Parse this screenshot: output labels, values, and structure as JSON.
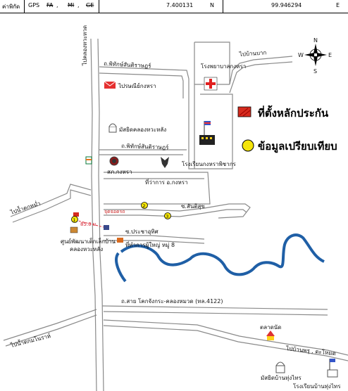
{
  "gps": {
    "label": "ค่าพิกัด",
    "gps": "GPS",
    "fa": "FA",
    "mi": "MI",
    "ge": "GE",
    "sep1": ",",
    "sep2": ",",
    "lat": "7.400131",
    "n": "N",
    "lon": "99.946294",
    "e": "E"
  },
  "legend": {
    "collateral": "ที่ตั้งหลักประกัน",
    "comparison": "ข้อมูลเปรียบเทียบ"
  },
  "compass": {
    "n": "N",
    "s": "S",
    "e": "E",
    "w": "W"
  },
  "labels": {
    "road_klong_hua_wa": "ไปคลองหวะหวด",
    "road_phithak1": "ถ.พิทักษ์สันติราษฎร์",
    "road_phithak2": "ถ.พิทักษ์สันติราษฎร์",
    "post_office": "ไปรษณีย์กงหรา",
    "mosque1": "มัสยิดคลองหวะหลัง",
    "hospital": "โรงพยาบาลกงหรา",
    "to_ban_ngao": "ไปบ้านบาก",
    "school": "โรงเรียนกงหราพิชากร",
    "police": "สภ.กงหรา",
    "district_office": "ที่ว่าการ อ.กงหรา",
    "to_tham_khoi": "ไปน้ำตกหม่ำ",
    "road_santisuk": "ซ.สันติสุข",
    "distance": "85.0 ม.",
    "bus_stop": "จุดจอดรถ",
    "road_pracha": "ซ.ประชาอุทิศ",
    "child_center": "ศูนย์พัฒนาเด็กเล็กบ้าน",
    "child_center2": "คลองหวะหลัง",
    "village_head": "ที่ทำการผู้ใหญ่ หมู่ 8",
    "highway": "ถ.สาย โคกจังกระ-คลองหมวด (ทล.4122)",
    "to_namtok_manora": "ไปน้ำตกมโนราห์",
    "market": "ตลาดนัด",
    "to_ban_phru": "ไปบ้านพรุ , ตะโหมด",
    "mosque2": "มัสยิดบ้านทุ่งไทร",
    "school2": "โรงเรียนบ้านทุ่งไทร",
    "marker1": "1",
    "marker2": "2",
    "marker3": "3"
  },
  "colors": {
    "road": "#8a8a8a",
    "river": "#1f5fa6",
    "collateral_fill": "#d62b1e",
    "comparison_fill": "#f4e40a",
    "distance_line": "#e0303a",
    "distance_text": "#d21a2a"
  }
}
